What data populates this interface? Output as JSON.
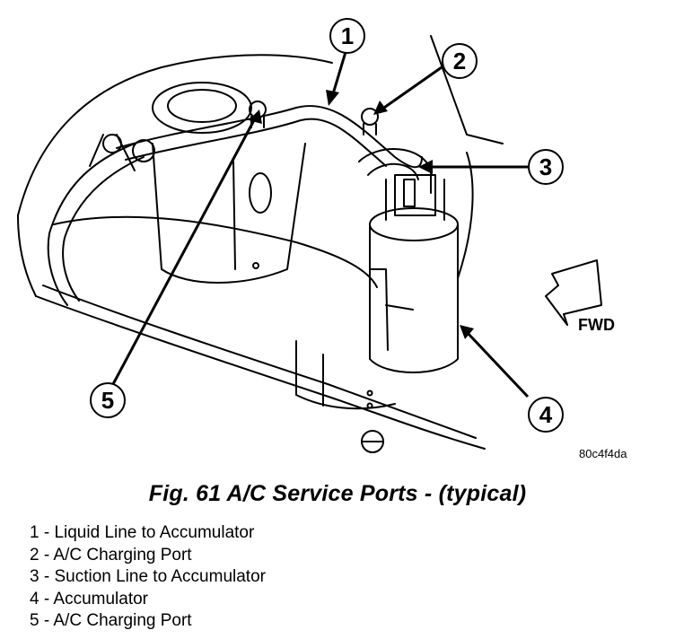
{
  "figure": {
    "fwd_label": "FWD",
    "image_code": "80c4f4da",
    "caption": "Fig. 61 A/C Service Ports - (typical)"
  },
  "callouts": [
    "1",
    "2",
    "3",
    "4",
    "5"
  ],
  "legend": [
    "1 - Liquid Line to Accumulator",
    "2 - A/C Charging Port",
    "3 - Suction Line to Accumulator",
    "4 - Accumulator",
    "5 - A/C Charging Port"
  ]
}
